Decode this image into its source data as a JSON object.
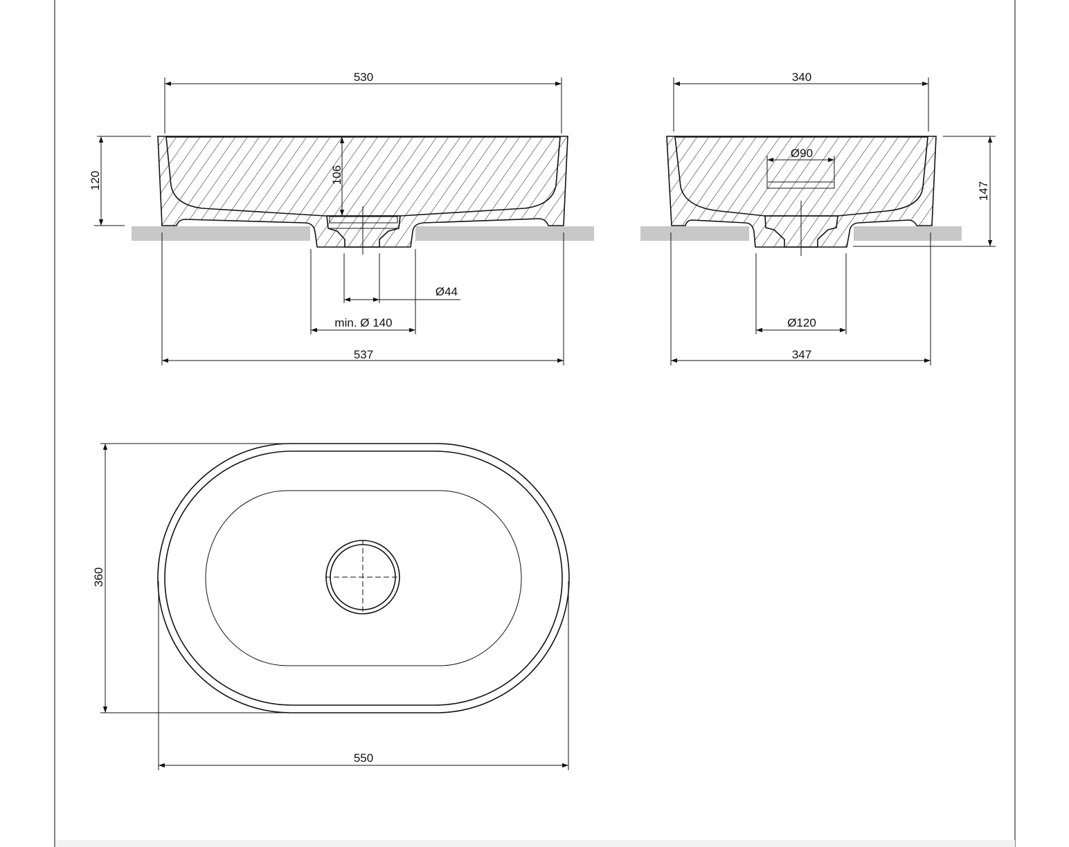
{
  "front_view": {
    "top_width": "530",
    "height": "120",
    "inner_depth": "106",
    "waste_diameter": "Ø44",
    "min_hole": "min. Ø 140",
    "base_width": "537"
  },
  "side_view": {
    "top_width": "340",
    "plug_diameter": "Ø90",
    "height": "147",
    "hole": "Ø120",
    "base_width": "347"
  },
  "top_view": {
    "depth": "360",
    "length": "550"
  },
  "colors": {
    "line": "#111111",
    "countertop": "#c8c8c8"
  }
}
